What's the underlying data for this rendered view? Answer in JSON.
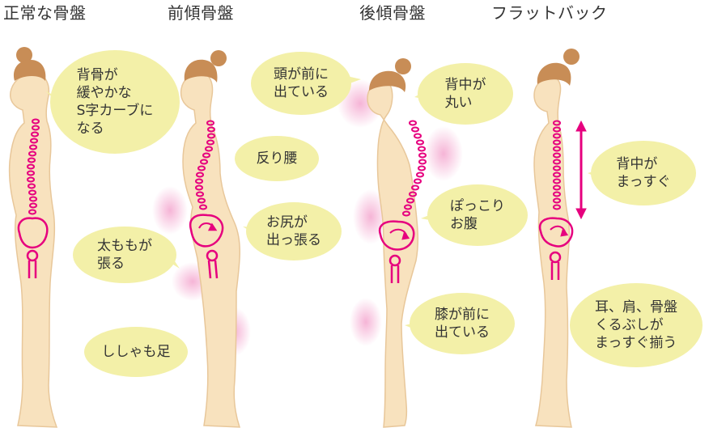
{
  "titles": {
    "normal": "正常な骨盤",
    "anterior": "前傾骨盤",
    "posterior": "後傾骨盤",
    "flatback": "フラットバック"
  },
  "notes": {
    "normal_spine": [
      "背骨が",
      "緩やかな",
      "S字カーブに",
      "なる"
    ],
    "normal_thigh": [
      "太ももが",
      "張る"
    ],
    "normal_calf": [
      "ししゃも足"
    ],
    "anterior_waist": [
      "反り腰"
    ],
    "anterior_hip": [
      "お尻が",
      "出っ張る"
    ],
    "posterior_head": [
      "頭が前に",
      "出ている"
    ],
    "posterior_back": [
      "背中が",
      "丸い"
    ],
    "posterior_belly": [
      "ぽっこり",
      "お腹"
    ],
    "posterior_knee": [
      "膝が前に",
      "出ている"
    ],
    "flat_back": [
      "背中が",
      "まっすぐ"
    ],
    "flat_align": [
      "耳、肩、骨盤",
      "くるぶしが",
      "まっすぐ揃う"
    ]
  },
  "colors": {
    "skin": "#f8e2be",
    "skin_edge": "#e8c79a",
    "hair": "#c88d56",
    "bubble": "#f3f0a8",
    "bone": "#e6007e",
    "glow": "#f4a7cf"
  },
  "icons": {
    "spine": "spine-icon",
    "pelvis": "pelvis-icon",
    "tilt_arrow": "rotation-arrow-icon",
    "vertical_arrow": "double-arrow-icon"
  }
}
